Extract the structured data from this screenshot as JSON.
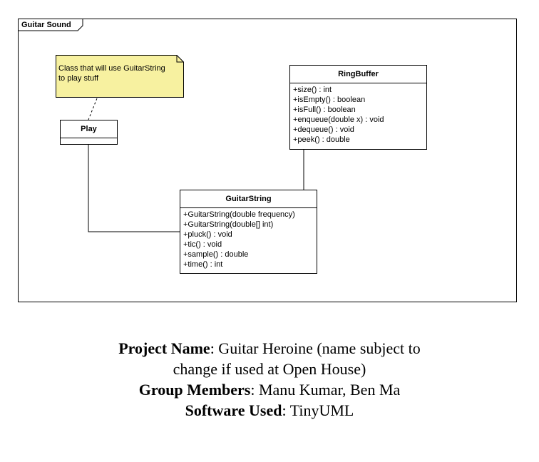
{
  "frame": {
    "title": "Guitar Sound"
  },
  "note": {
    "text_line1": "Class that will use GuitarString",
    "text_line2": "to play stuff"
  },
  "classes": {
    "play": {
      "name": "Play",
      "operations": []
    },
    "ring_buffer": {
      "name": "RingBuffer",
      "operations": [
        "+size() : int",
        "+isEmpty() : boolean",
        "+isFull() : boolean",
        "+enqueue(double x) : void",
        "+dequeue() : void",
        "+peek() : double"
      ]
    },
    "guitar_string": {
      "name": "GuitarString",
      "operations": [
        "+GuitarString(double frequency)",
        "+GuitarString(double[] int)",
        "+pluck() : void",
        "+tic() : void",
        "+sample() : double",
        "+time() : int"
      ]
    }
  },
  "caption": {
    "project_key": "Project Name",
    "project_value": ": Guitar Heroine (name subject to",
    "project_value_line2": "change if used at Open House)",
    "members_key": "Group Members",
    "members_value": ": Manu Kumar, Ben Ma",
    "software_key": "Software Used",
    "software_value": ": TinyUML"
  },
  "colors": {
    "note_fill": "#f7f1a0",
    "line": "#000000",
    "background": "#ffffff"
  }
}
